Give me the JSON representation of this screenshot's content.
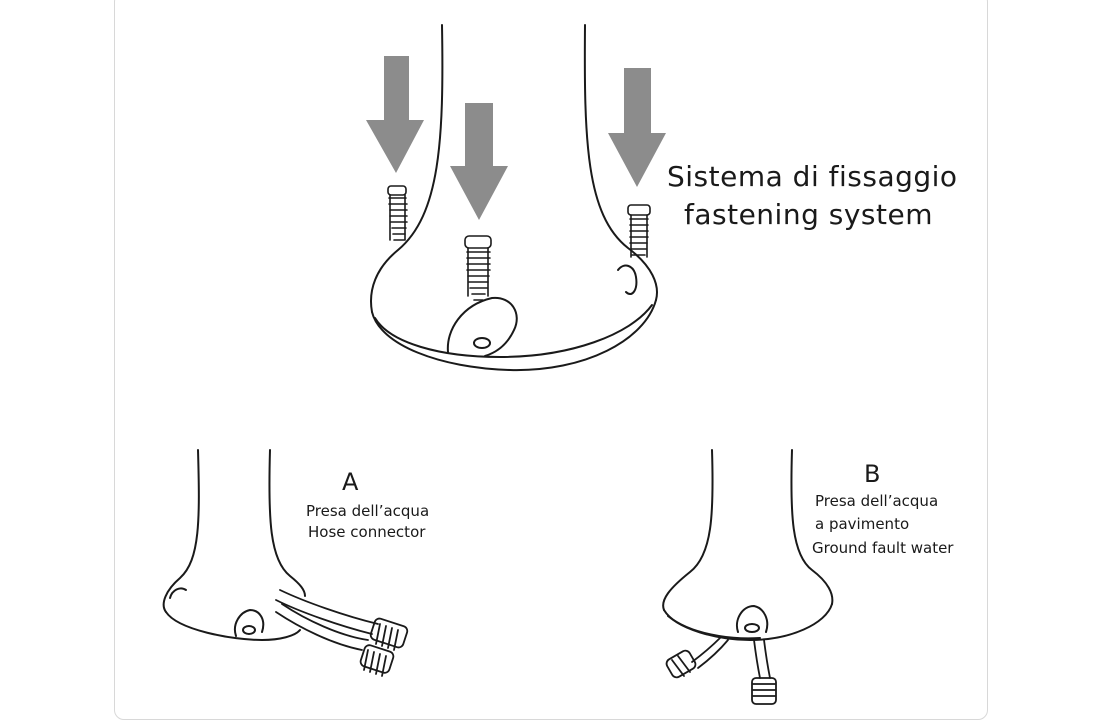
{
  "fastening_title": {
    "line1": "Sistema di fissaggio",
    "line2": "fastening system"
  },
  "variant_a": {
    "letter": "A",
    "line1": "Presa dell’acqua",
    "line2": "Hose connector"
  },
  "variant_b": {
    "letter": "B",
    "line1": "Presa dell’acqua",
    "line2": "a pavimento",
    "line3": "Ground fault water"
  },
  "colors": {
    "arrow": "#8c8c8c",
    "line": "#1a1a1a",
    "card_border": "#d8d8d8"
  }
}
